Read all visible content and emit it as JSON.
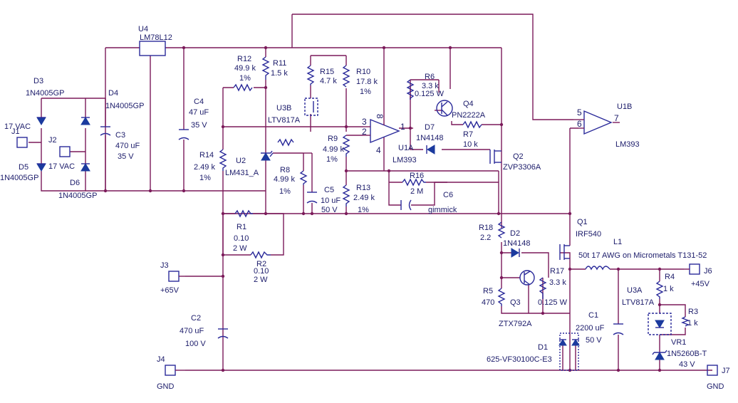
{
  "labels": {
    "u4": "U4",
    "u4_part": "LM78L12",
    "d3": "D3",
    "d3_part": "1N4005GP",
    "d4": "D4",
    "d4_part": "1N4005GP",
    "d5": "D5",
    "d5_part": "1N4005GP",
    "d6": "D6",
    "d6_part": "1N4005GP",
    "j1": "J1",
    "j1_val": "17 VAC",
    "j2": "J2",
    "j2_val": "17 VAC",
    "c3": "C3",
    "c3_val": "470 uF",
    "c3_v": "35 V",
    "c4": "C4",
    "c4_val": "47 uF",
    "c4_v": "35 V",
    "r12": "R12",
    "r12_val": "49.9 k",
    "r12_tol": "1%",
    "r11": "R11",
    "r11_val": "1.5 k",
    "u3b": "U3B",
    "u3b_part": "LTV817A",
    "r15": "R15",
    "r15_val": "4.7 k",
    "r10": "R10",
    "r10_val": "17.8 k",
    "r10_tol": "1%",
    "r6": "R6",
    "r6_val": "3.3 k",
    "r6_w": "0.125 W",
    "q4": "Q4",
    "q4_part": "PN2222A",
    "d7": "D7",
    "d7_part": "1N4148",
    "r7": "R7",
    "r7_val": "10 k",
    "u1a": "U1A",
    "u1a_part": "LM393",
    "q2": "Q2",
    "q2_part": "ZVP3306A",
    "r9": "R9",
    "r9_val": "4.99 k",
    "r9_tol": "1%",
    "r14": "R14",
    "r14_val": "2.49 k",
    "r14_tol": "1%",
    "u2": "U2",
    "u2_part": "LM431_A",
    "r8": "R8",
    "r8_val": "4.99 k",
    "r8_tol": "1%",
    "c5": "C5",
    "c5_val": "10 uF",
    "c5_v": "50 V",
    "r13": "R13",
    "r13_val": "2.49 k",
    "r13_tol": "1%",
    "r16": "R16",
    "r16_val": "2 M",
    "c6": "C6",
    "c6_val": "gimmick",
    "u1b": "U1B",
    "u1b_part": "LM393",
    "r1": "R1",
    "r1_val": "0.10",
    "r1_w": "2 W",
    "r2": "R2",
    "r2_val": "0.10",
    "r2_w": "2 W",
    "j3": "J3",
    "j3_val": "+65V",
    "c2": "C2",
    "c2_val": "470 uF",
    "c2_v": "100 V",
    "j4": "J4",
    "j4_val": "GND",
    "r18": "R18",
    "r18_val": "2.2",
    "d2": "D2",
    "d2_part": "1N4148",
    "q1": "Q1",
    "q1_part": "IRF540",
    "l1": "L1",
    "l1_val": "50t 17 AWG on Micrometals T131-52",
    "j6": "J6",
    "j6_val": "+45V",
    "r4": "R4",
    "r4_val": "1 k",
    "r17": "R17",
    "r17_val": "3.3 k",
    "r17_w": "0.125 W",
    "r5": "R5",
    "r5_val": "470",
    "q3": "Q3",
    "q3_part": "ZTX792A",
    "u3a": "U3A",
    "u3a_part": "LTV817A",
    "r3": "R3",
    "r3_val": "1 k",
    "c1": "C1",
    "c1_val": "2200 uF",
    "c1_v": "50 V",
    "d1": "D1",
    "d1_part": "625-VF30100C-E3",
    "vr1": "VR1",
    "vr1_part": "1N5260B-T",
    "vr1_v": "43 V",
    "j7": "J7",
    "j7_val": "GND",
    "pin1": "1",
    "pin2": "2",
    "pin3": "3",
    "pin4": "4",
    "pin5": "5",
    "pin6": "6",
    "pin7": "7",
    "pin8": "8"
  }
}
